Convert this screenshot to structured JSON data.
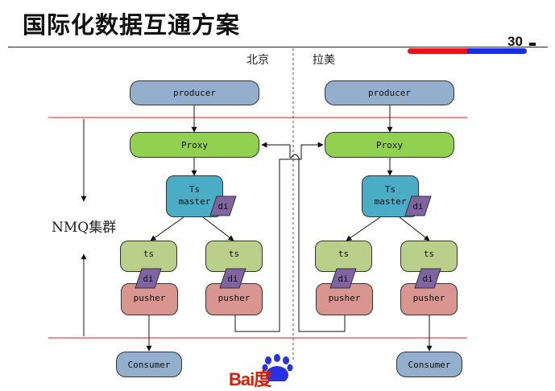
{
  "title": "国际化数据互通方案",
  "page_number": "30",
  "regions": {
    "left": "北京",
    "right": "拉美"
  },
  "cluster_label": "NMQ集群",
  "nodes": {
    "producer": "producer",
    "proxy": "Proxy",
    "ts_master_line1": "Ts",
    "ts_master_line2": "master",
    "ts": "ts",
    "di": "di",
    "pusher": "pusher",
    "consumer": "Consumer"
  },
  "logo": {
    "text": "Bai度",
    "brand": "Baidu"
  },
  "colors": {
    "producer": "#94aecd",
    "proxy": "#92d050",
    "ts_master": "#4bacc6",
    "ts": "#b9cf8a",
    "di": "#8064a2",
    "pusher": "#d99690",
    "consumer": "#94aecd",
    "boundary": "#e8141a",
    "bar_red": "#e8141a",
    "bar_blue": "#1a2ee0"
  }
}
